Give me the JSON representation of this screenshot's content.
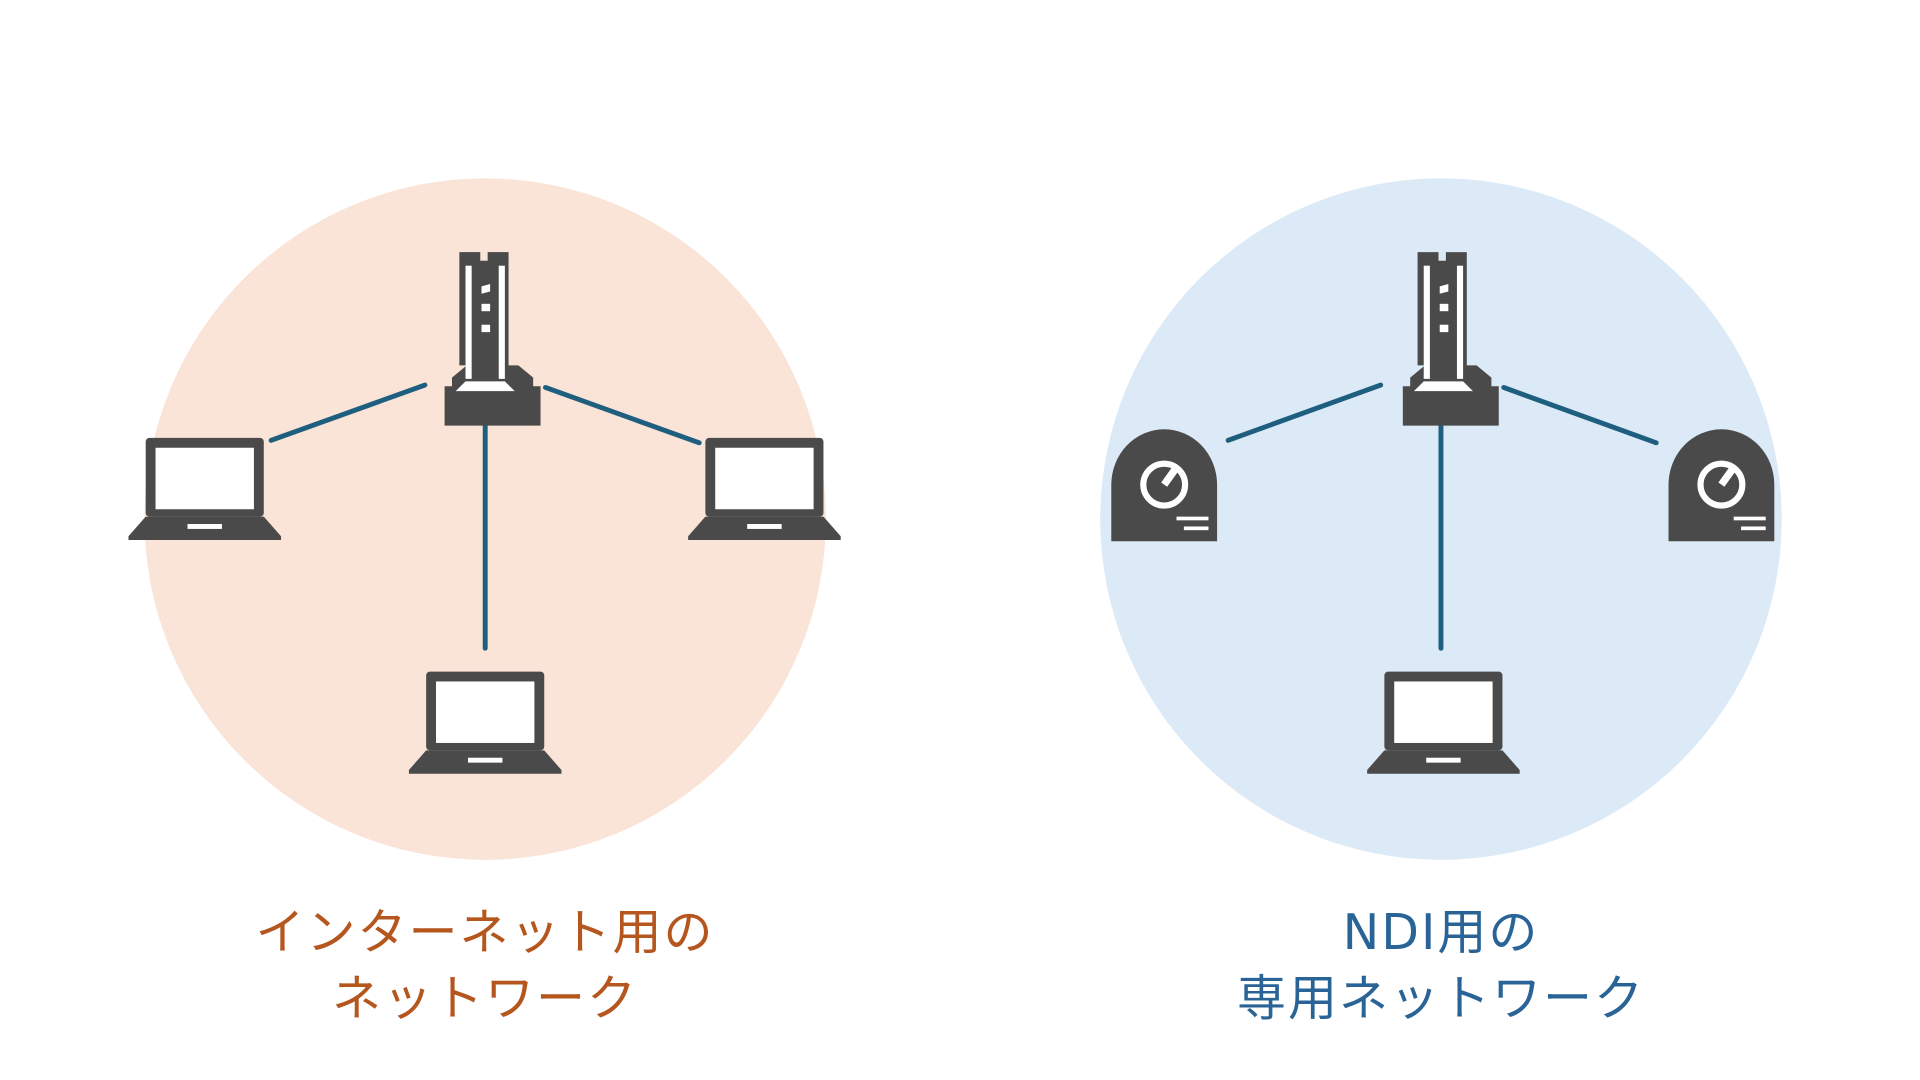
{
  "colors": {
    "internet_circle": "#fae3d7",
    "ndi_circle": "#dce9f6",
    "internet_text": "#b5561f",
    "ndi_text": "#2a6496",
    "link_line": "#1e5f80",
    "icon": "#4a4a4a"
  },
  "networks": [
    {
      "label_lines": [
        "インターネット用の",
        "ネットワーク"
      ],
      "hub": "router-icon",
      "devices": [
        "laptop-icon",
        "laptop-icon",
        "laptop-icon"
      ]
    },
    {
      "label_lines": [
        "NDI用の",
        "専用ネットワーク"
      ],
      "hub": "router-icon",
      "devices": [
        "ptz-camera-icon",
        "ptz-camera-icon",
        "laptop-icon"
      ]
    }
  ]
}
